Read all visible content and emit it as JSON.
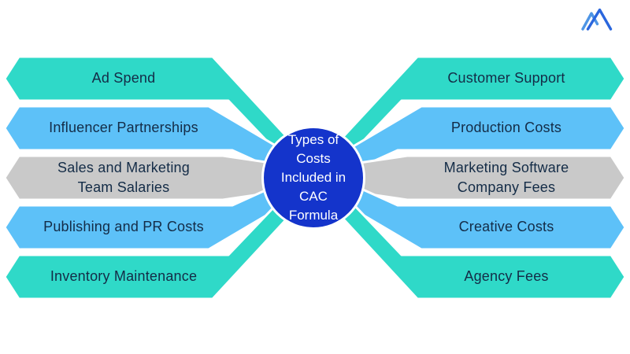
{
  "center": {
    "lines": [
      "Types of",
      "Costs",
      "Included in",
      "CAC",
      "Formula"
    ]
  },
  "left_banners": [
    {
      "label": "Ad Spend",
      "color": "teal"
    },
    {
      "label": "Influencer Partnerships",
      "color": "blue"
    },
    {
      "label": "Sales and Marketing Team Salaries",
      "color": "gray"
    },
    {
      "label": "Publishing and PR Costs",
      "color": "blue"
    },
    {
      "label": "Inventory Maintenance",
      "color": "teal"
    }
  ],
  "right_banners": [
    {
      "label": "Customer Support",
      "color": "teal"
    },
    {
      "label": "Production Costs",
      "color": "blue"
    },
    {
      "label": "Marketing Software Company Fees",
      "color": "gray"
    },
    {
      "label": "Creative Costs",
      "color": "blue"
    },
    {
      "label": "Agency Fees",
      "color": "teal"
    }
  ],
  "colors": {
    "teal": "#2FD9C8",
    "blue": "#5DC1F8",
    "gray": "#C9C9C9",
    "circle_blue": "#1434CB",
    "text_navy": "#142C47",
    "logo_light": "#4E95E5",
    "logo_dark": "#2A66DD",
    "background": "#FFFFFF"
  }
}
